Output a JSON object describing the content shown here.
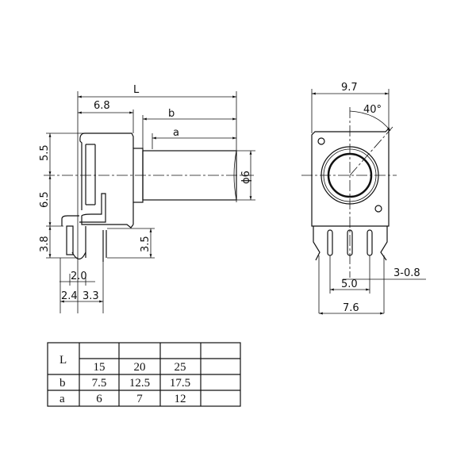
{
  "side_view": {
    "dim_L": "L",
    "dim_6_8": "6.8",
    "dim_b": "b",
    "dim_a": "a",
    "dim_5_5": "5.5",
    "dim_6_5": "6.5",
    "dim_3_8": "3.8",
    "dim_3_5": "3.5",
    "dim_phi6": "ϕ6",
    "dim_2_0": "2.0",
    "dim_2_4": "2.4",
    "dim_3_3": "3.3"
  },
  "front_view": {
    "dim_9_7": "9.7",
    "angle": "40°",
    "dim_3_0_8": "3-0.8",
    "dim_5_0": "5.0",
    "dim_7_6": "7.6"
  },
  "table": {
    "header": "L",
    "l_values": [
      "15",
      "20",
      "25"
    ],
    "rows": [
      {
        "label": "b",
        "values": [
          "7.5",
          "12.5",
          "17.5"
        ]
      },
      {
        "label": "a",
        "values": [
          "6",
          "7",
          "12"
        ]
      }
    ]
  }
}
